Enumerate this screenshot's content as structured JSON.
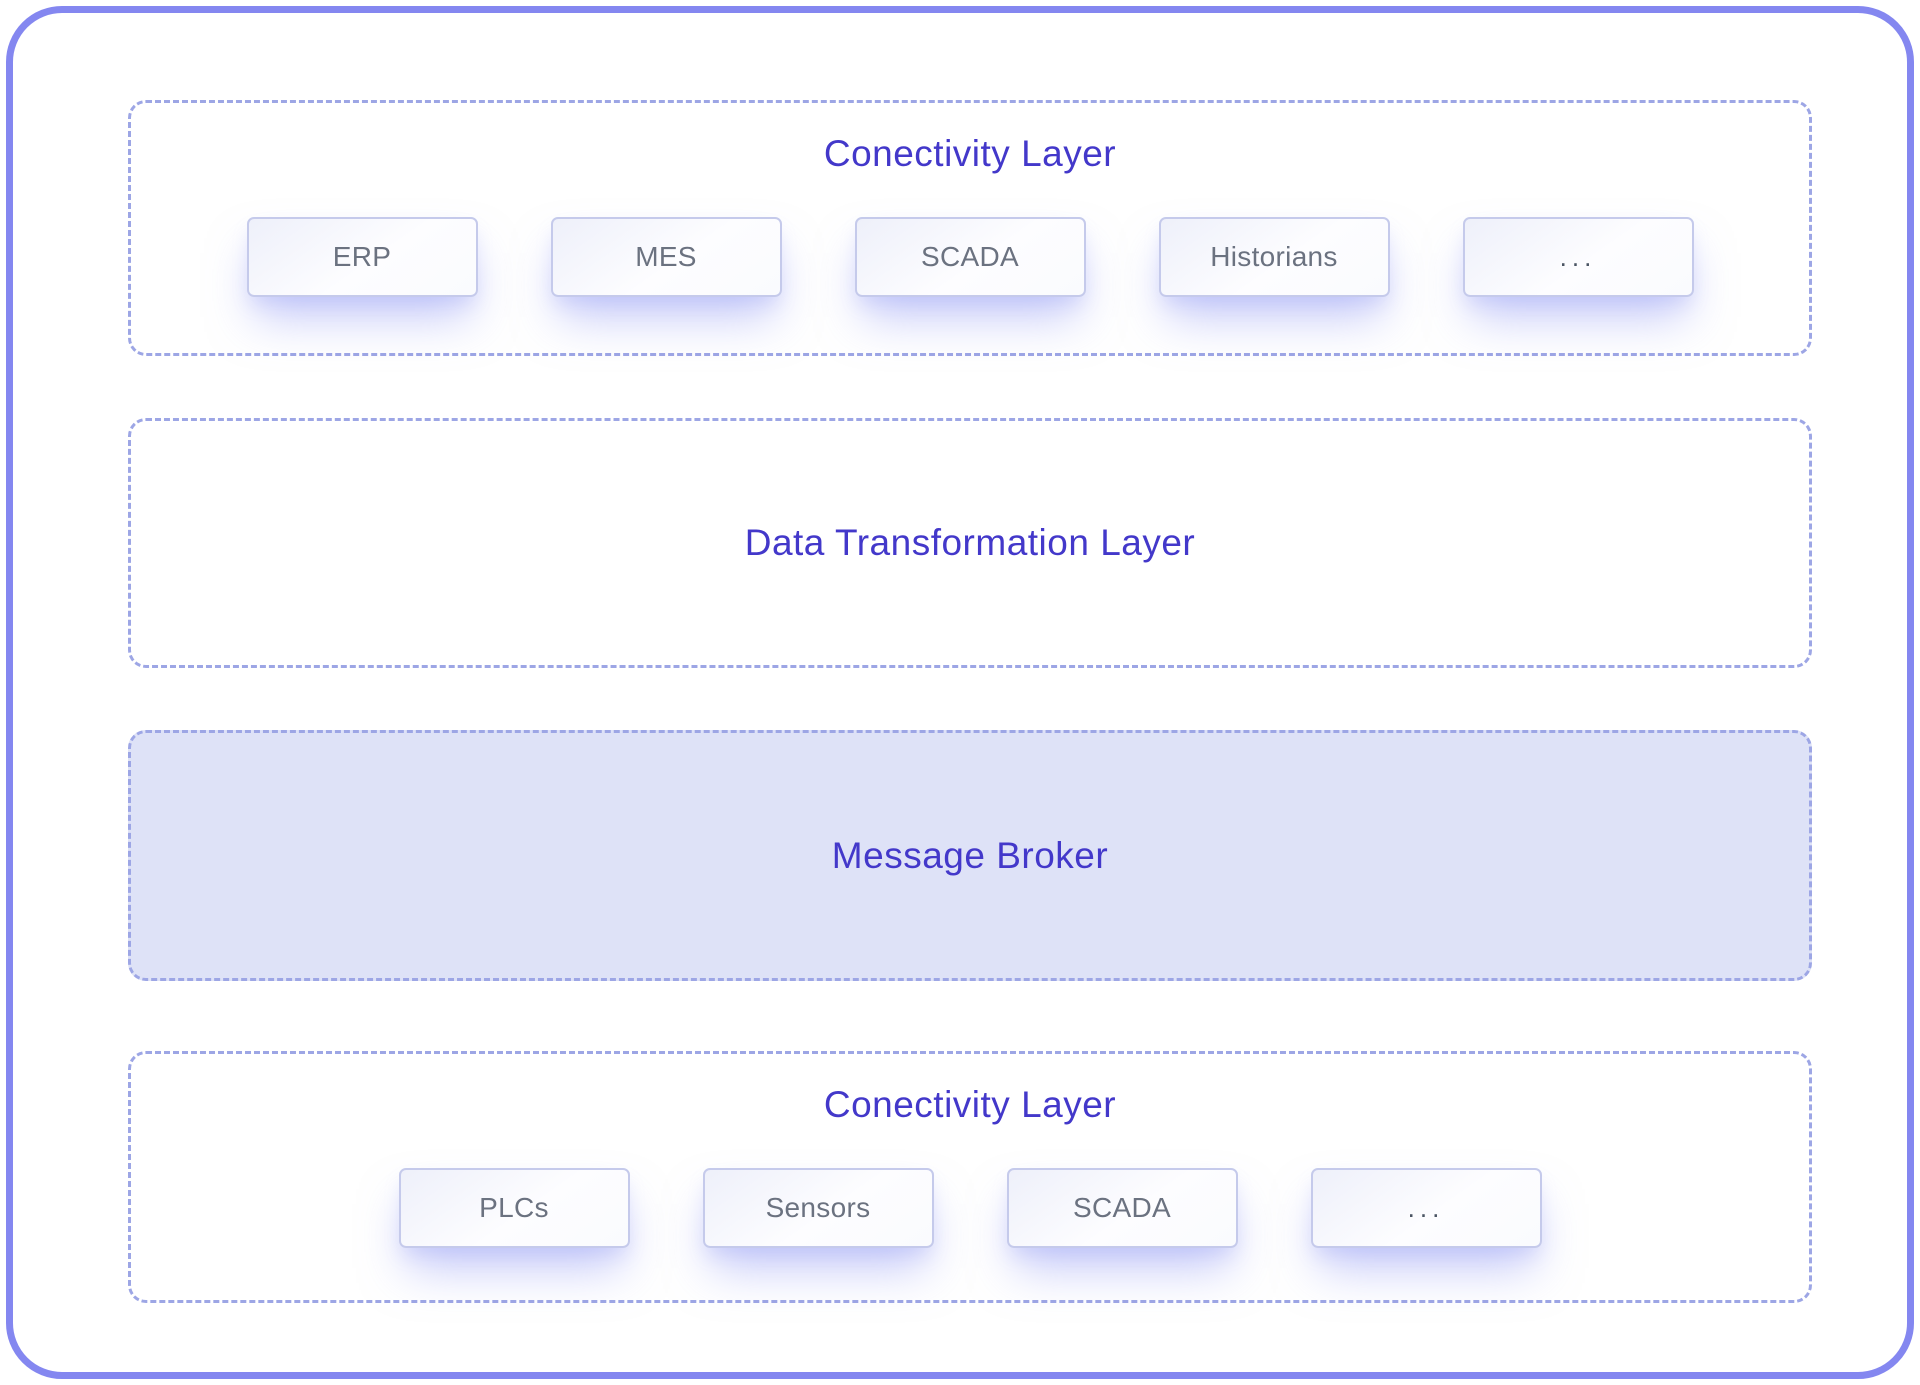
{
  "colors": {
    "outer_border": "#8487f0",
    "dashed_border": "#9da6e5",
    "layer_title": "#4338ca",
    "chip_text": "#6b7280",
    "chip_border": "#c5caeb",
    "message_broker_fill": "#dee2f7"
  },
  "sections": [
    {
      "id": "connectivity-top",
      "title": "Conectivity Layer",
      "items": [
        "ERP",
        "MES",
        "SCADA",
        "Historians",
        "..."
      ]
    },
    {
      "id": "data-transformation",
      "title": "Data Transformation Layer",
      "items": []
    },
    {
      "id": "message-broker",
      "title": "Message Broker",
      "items": []
    },
    {
      "id": "connectivity-bottom",
      "title": "Conectivity Layer",
      "items": [
        "PLCs",
        "Sensors",
        "SCADA",
        "..."
      ]
    }
  ]
}
